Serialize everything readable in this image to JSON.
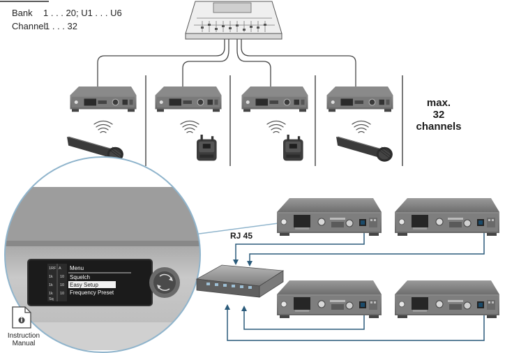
{
  "header_info": {
    "bank_label": "Bank",
    "bank_value": "1 . . . 20; U1 . . . U6",
    "channel_label": "Channel",
    "channel_value": "1 . . . 32"
  },
  "max_channels": {
    "line1": "max.",
    "line2": "32",
    "line3": "channels"
  },
  "network": {
    "cable_label": "RJ 45"
  },
  "display_menu": {
    "title": "Menu",
    "items": [
      "Squelch",
      "Easy Setup",
      "Frequency Preset"
    ],
    "selected_item": "Easy Setup"
  },
  "manual": {
    "line1": "Instruction",
    "line2": "Manual"
  },
  "colors": {
    "cable_blue": "#2a5a7a",
    "zoom_circle": "#8fb4cc",
    "device_dark": "#5a5a5a",
    "device_front": "#787878"
  }
}
